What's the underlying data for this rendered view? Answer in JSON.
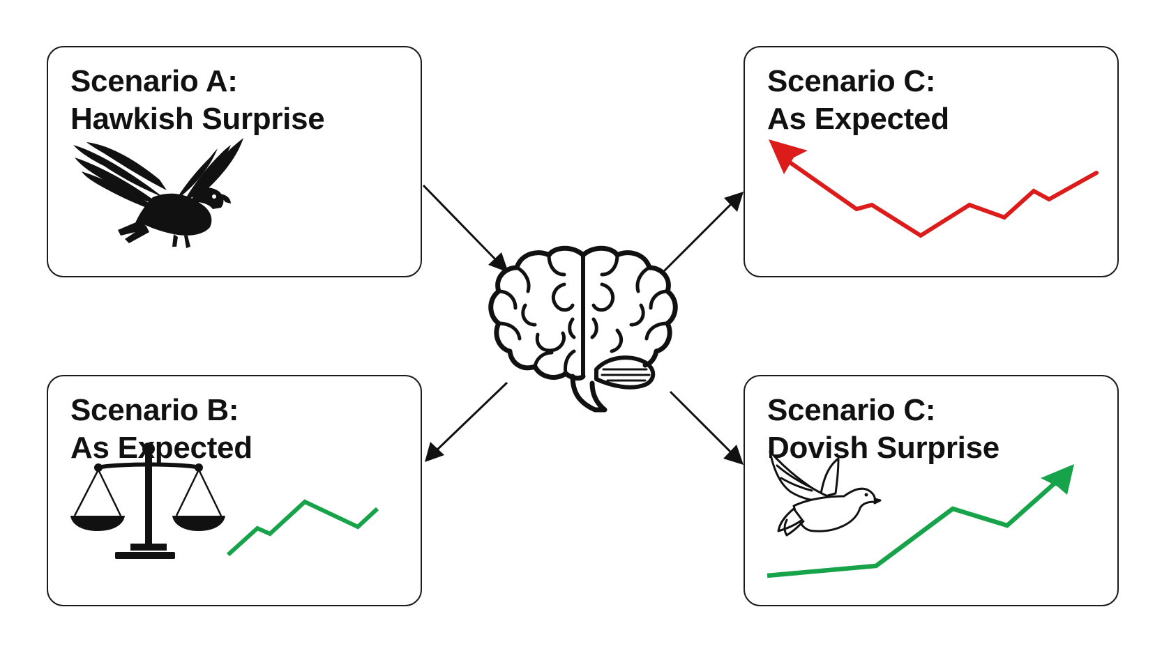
{
  "diagram": {
    "center": {
      "icon": "brain-icon"
    },
    "scenarios": [
      {
        "id": "a",
        "heading": "Scenario A:",
        "subheading": "Hawkish Surprise",
        "icon": "eagle-icon",
        "trend": "none"
      },
      {
        "id": "c1",
        "heading": "Scenario C:",
        "subheading": "As Expected",
        "icon": "none",
        "trend": "red-zigzag-arrow-icon"
      },
      {
        "id": "b",
        "heading": "Scenario B:",
        "subheading": "As Expected",
        "icon": "scales-icon",
        "trend": "green-zigzag-line-icon"
      },
      {
        "id": "c2",
        "heading": "Scenario C:",
        "subheading": "Dovish Surprise",
        "icon": "dove-icon",
        "trend": "green-rising-arrow-icon"
      }
    ],
    "colors": {
      "up": "#17a34a",
      "down": "#dc1b1b",
      "ink": "#111111"
    }
  }
}
